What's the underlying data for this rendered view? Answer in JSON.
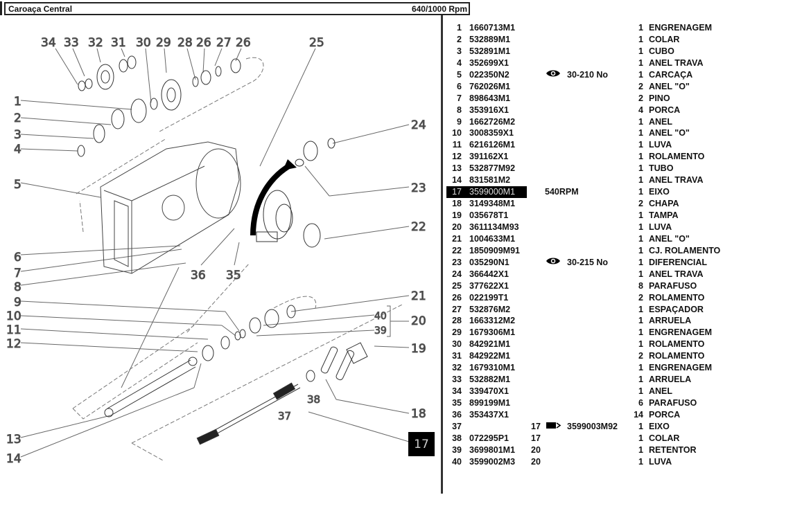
{
  "header": {
    "title": "Caroaça Central",
    "rpm": "640/1000 Rpm"
  },
  "diagram": {
    "callouts": [
      "1",
      "2",
      "3",
      "4",
      "5",
      "6",
      "7",
      "8",
      "9",
      "10",
      "11",
      "12",
      "13",
      "14",
      "17",
      "18",
      "19",
      "20",
      "21",
      "22",
      "23",
      "24",
      "25",
      "26",
      "26",
      "27",
      "28",
      "29",
      "30",
      "31",
      "32",
      "33",
      "34",
      "35",
      "36",
      "37",
      "38",
      "39",
      "40"
    ],
    "selected_callout": "17"
  },
  "parts": [
    {
      "ref": "1",
      "part_no": "1660713M1",
      "note": "",
      "qty": "1",
      "desc": "ENGRENAGEM"
    },
    {
      "ref": "2",
      "part_no": "532889M1",
      "note": "",
      "qty": "1",
      "desc": "COLAR"
    },
    {
      "ref": "3",
      "part_no": "532891M1",
      "note": "",
      "qty": "1",
      "desc": "CUBO"
    },
    {
      "ref": "4",
      "part_no": "352699X1",
      "note": "",
      "qty": "1",
      "desc": "ANEL TRAVA"
    },
    {
      "ref": "5",
      "part_no": "022350N2",
      "note": "30-210 No",
      "note_icon": "eye-icon",
      "qty": "1",
      "desc": "CARCAÇA"
    },
    {
      "ref": "6",
      "part_no": "762026M1",
      "note": "",
      "qty": "2",
      "desc": "ANEL \"O\""
    },
    {
      "ref": "7",
      "part_no": "898643M1",
      "note": "",
      "qty": "2",
      "desc": "PINO"
    },
    {
      "ref": "8",
      "part_no": "353916X1",
      "note": "",
      "qty": "4",
      "desc": "PORCA"
    },
    {
      "ref": "9",
      "part_no": "1662726M2",
      "note": "",
      "qty": "1",
      "desc": "ANEL"
    },
    {
      "ref": "10",
      "part_no": "3008359X1",
      "note": "",
      "qty": "1",
      "desc": "ANEL \"O\""
    },
    {
      "ref": "11",
      "part_no": "6216126M1",
      "note": "",
      "qty": "1",
      "desc": "LUVA"
    },
    {
      "ref": "12",
      "part_no": "391162X1",
      "note": "",
      "qty": "1",
      "desc": "ROLAMENTO"
    },
    {
      "ref": "13",
      "part_no": "532877M92",
      "note": "",
      "qty": "1",
      "desc": "TUBO"
    },
    {
      "ref": "14",
      "part_no": "831581M2",
      "note": "",
      "qty": "1",
      "desc": "ANEL TRAVA"
    },
    {
      "ref": "17",
      "part_no": "3599000M1",
      "note": "540RPM",
      "qty": "1",
      "desc": "EIXO",
      "selected": true
    },
    {
      "ref": "18",
      "part_no": "3149348M1",
      "note": "",
      "qty": "2",
      "desc": "CHAPA"
    },
    {
      "ref": "19",
      "part_no": "035678T1",
      "note": "",
      "qty": "1",
      "desc": "TAMPA"
    },
    {
      "ref": "20",
      "part_no": "3611134M93",
      "note": "",
      "qty": "1",
      "desc": "LUVA"
    },
    {
      "ref": "21",
      "part_no": "1004633M1",
      "note": "",
      "qty": "1",
      "desc": "ANEL \"O\""
    },
    {
      "ref": "22",
      "part_no": "1850909M91",
      "note": "",
      "qty": "1",
      "desc": "CJ. ROLAMENTO"
    },
    {
      "ref": "23",
      "part_no": "035290N1",
      "note": "30-215 No",
      "note_icon": "eye-icon",
      "qty": "1",
      "desc": "DIFERENCIAL"
    },
    {
      "ref": "24",
      "part_no": "366442X1",
      "note": "",
      "qty": "1",
      "desc": "ANEL TRAVA"
    },
    {
      "ref": "25",
      "part_no": "377622X1",
      "note": "",
      "qty": "8",
      "desc": "PARAFUSO"
    },
    {
      "ref": "26",
      "part_no": "022199T1",
      "note": "",
      "qty": "2",
      "desc": "ROLAMENTO"
    },
    {
      "ref": "27",
      "part_no": "532876M2",
      "note": "",
      "qty": "1",
      "desc": "ESPAÇADOR"
    },
    {
      "ref": "28",
      "part_no": "1663312M2",
      "note": "",
      "qty": "1",
      "desc": "ARRUELA"
    },
    {
      "ref": "29",
      "part_no": "1679306M1",
      "note": "",
      "qty": "1",
      "desc": "ENGRENAGEM"
    },
    {
      "ref": "30",
      "part_no": "842921M1",
      "note": "",
      "qty": "1",
      "desc": "ROLAMENTO"
    },
    {
      "ref": "31",
      "part_no": "842922M1",
      "note": "",
      "qty": "2",
      "desc": "ROLAMENTO"
    },
    {
      "ref": "32",
      "part_no": "1679310M1",
      "note": "",
      "qty": "1",
      "desc": "ENGRENAGEM"
    },
    {
      "ref": "33",
      "part_no": "532882M1",
      "note": "",
      "qty": "1",
      "desc": "ARRUELA"
    },
    {
      "ref": "34",
      "part_no": "339470X1",
      "note": "",
      "qty": "1",
      "desc": "ANEL"
    },
    {
      "ref": "35",
      "part_no": "899199M1",
      "note": "",
      "qty": "6",
      "desc": "PARAFUSO"
    },
    {
      "ref": "36",
      "part_no": "353437X1",
      "note": "",
      "qty": "14",
      "desc": "PORCA"
    },
    {
      "ref": "37",
      "part_no": "",
      "parent": "17",
      "note": "3599003M92",
      "note_icon": "replacement-arrow-icon",
      "qty": "1",
      "desc": "EIXO"
    },
    {
      "ref": "38",
      "part_no": "072295P1",
      "parent": "17",
      "note": "",
      "qty": "1",
      "desc": "COLAR"
    },
    {
      "ref": "39",
      "part_no": "3699801M1",
      "parent": "20",
      "note": "",
      "qty": "1",
      "desc": "RETENTOR"
    },
    {
      "ref": "40",
      "part_no": "3599002M3",
      "parent": "20",
      "note": "",
      "qty": "1",
      "desc": "LUVA"
    }
  ]
}
